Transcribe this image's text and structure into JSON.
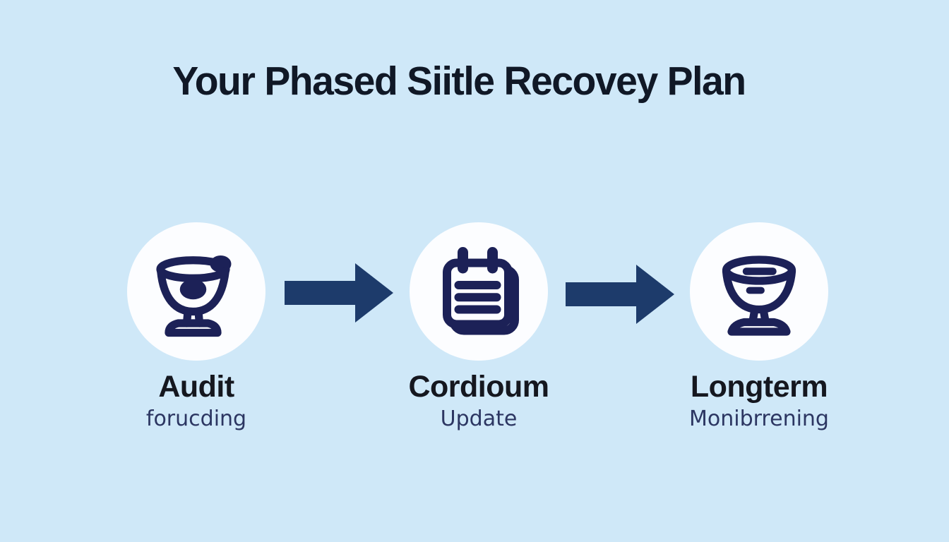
{
  "title": "Your Phased Siitle Recovey Plan",
  "steps": [
    {
      "icon": "trophy-goblet-icon",
      "title": "Audit",
      "subtitle": "forucding"
    },
    {
      "icon": "notepad-icon",
      "title": "Cordioum",
      "subtitle": "Update"
    },
    {
      "icon": "bowl-trophy-icon",
      "title": "Longterm",
      "subtitle": "Monibrrening"
    }
  ],
  "colors": {
    "bg": "#cfe8f8",
    "circle": "#fcfdff",
    "icon": "#1c2157",
    "arrow": "#1d3b6b",
    "title": "#101826",
    "stepTitle": "#15171f",
    "subtitle": "#2c3662"
  }
}
